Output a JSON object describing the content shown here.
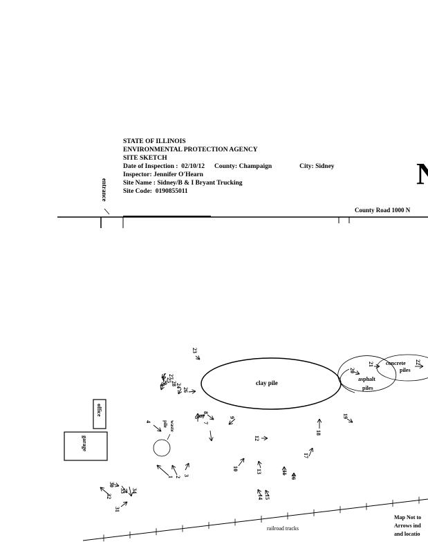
{
  "header": {
    "line1": "STATE OF ILLINOIS",
    "line2": "ENVIRONMENTAL PROTECTION AGENCY",
    "line3": "SITE SKETCH",
    "date_label": "Date of Inspection :",
    "date_value": "02/10/12",
    "county_label": "County:",
    "county_value": "Champaign",
    "city_label": "City:",
    "city_value": "Sidney",
    "inspector_label": "Inspector:",
    "inspector_value": "Jennifer O'Hearn",
    "site_name_label": "Site  Name :",
    "site_name_value": "Sidney/B & I Bryant Trucking",
    "site_code_label": "Site Code:",
    "site_code_value": "0190855011"
  },
  "north_label": "N",
  "map": {
    "entrance": "entrance",
    "road": "County Road 1000 N",
    "office": "office",
    "garage": "garage",
    "waste_pile_1": "waste",
    "waste_pile_2": "pile",
    "clay_pile": "clay pile",
    "asphalt_1": "asphalt",
    "asphalt_2": "piles",
    "concrete_1": "concrete",
    "concrete_2": "piles",
    "railroad": "railroad tracks",
    "note_1": "Map Not to",
    "note_2": "Arrows ind",
    "note_3": "and locatio"
  },
  "photo_points": [
    "1",
    "2",
    "3",
    "4",
    "5",
    "6",
    "7",
    "8",
    "9",
    "10",
    "11",
    "12",
    "13",
    "14",
    "15",
    "16",
    "17",
    "18",
    "19",
    "20",
    "21",
    "22",
    "23",
    "24",
    "25",
    "26",
    "27",
    "28",
    "29",
    "30",
    "31",
    "32",
    "33",
    "34"
  ]
}
